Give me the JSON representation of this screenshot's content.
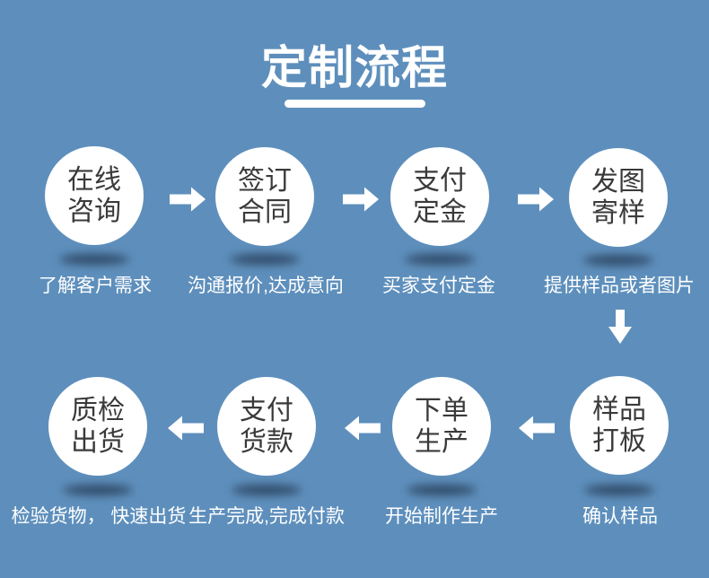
{
  "page": {
    "title": "定制流程",
    "bg_color": "#5e8fbc",
    "title_color": "#ffffff",
    "circle_bg_color": "#ffffff",
    "circle_text_color": "#3a3a3a",
    "caption_color": "#ffffff",
    "arrow_color": "#ffffff"
  },
  "icons": {
    "arrow_right": "white block arrow pointing right",
    "arrow_left": "white block arrow pointing left",
    "arrow_down": "white block arrow pointing down"
  },
  "flow": {
    "top_row_direction": "left-to-right",
    "bottom_row_direction": "right-to-left",
    "top_row": [
      {
        "title_lines": [
          "在线",
          "咨询"
        ],
        "caption": "了解客户需求"
      },
      {
        "title_lines": [
          "签订",
          "合同"
        ],
        "caption": "沟通报价,达成意向"
      },
      {
        "title_lines": [
          "支付",
          "定金"
        ],
        "caption": "买家支付定金"
      },
      {
        "title_lines": [
          "发图",
          "寄样"
        ],
        "caption": "提供样品或者图片"
      }
    ],
    "bottom_row": [
      {
        "title_lines": [
          "质检",
          "出货"
        ],
        "caption": "检验货物， 快速出货"
      },
      {
        "title_lines": [
          "支付",
          "货款"
        ],
        "caption": "生产完成,完成付款"
      },
      {
        "title_lines": [
          "下单",
          "生产"
        ],
        "caption": "开始制作生产"
      },
      {
        "title_lines": [
          "样品",
          "打板"
        ],
        "caption": "确认样品"
      }
    ]
  }
}
